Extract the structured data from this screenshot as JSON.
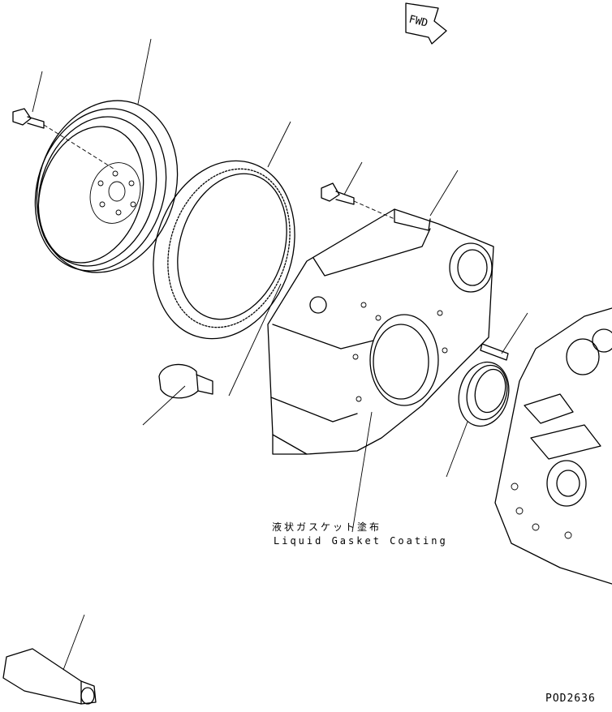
{
  "direction_marker": {
    "label": "FWD"
  },
  "annotation": {
    "label_jp": "液状ガスケット塗布",
    "label_en": "Liquid Gasket Coating"
  },
  "figure_code": "POD2636"
}
